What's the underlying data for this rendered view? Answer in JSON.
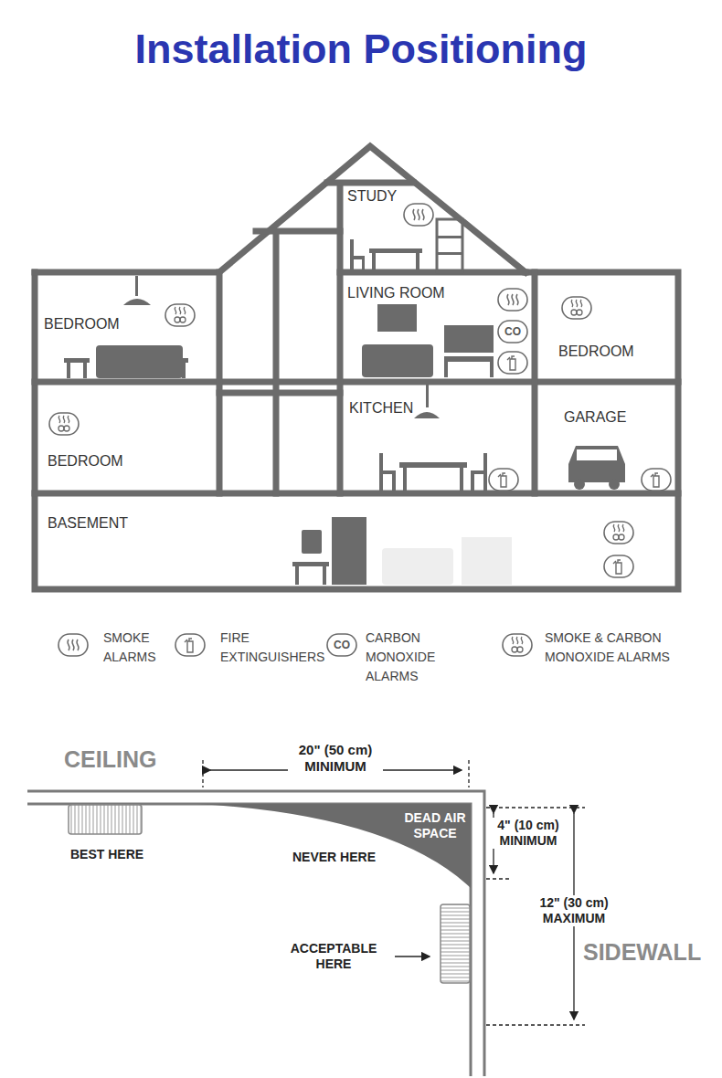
{
  "diagram": {
    "title": "Installation Positioning",
    "nodes": [
      {
        "text": [
          "STUDY"
        ]
      },
      {
        "text": [
          "BEDROOM"
        ]
      },
      {
        "text": [
          "LIVING ROOM"
        ]
      },
      {
        "text": [
          "BEDROOM"
        ]
      },
      {
        "text": [
          "BEDROOM"
        ]
      },
      {
        "text": [
          "KITCHEN"
        ]
      },
      {
        "text": [
          "GARAGE"
        ]
      },
      {
        "text": [
          "BASEMENT"
        ]
      }
    ],
    "labels": [
      "CO",
      "CO",
      "CEILING",
      "20\" (50 cm) MINIMUM",
      "DEAD AIR SPACE",
      "BEST HERE",
      "NEVER HERE",
      "4\" (10 cm) MINIMUM",
      "12\" (30 cm) MAXIMUM",
      "ACCEPTABLE HERE",
      "SIDEWALL"
    ],
    "legend": [
      {
        "text": "SMOKE ALARMS"
      },
      {
        "text": "FIRE EXTINGUISHERS"
      },
      {
        "text": "CARBON MONOXIDE ALARMS"
      },
      {
        "text": "SMOKE & CARBON MONOXIDE ALARMS"
      }
    ]
  }
}
